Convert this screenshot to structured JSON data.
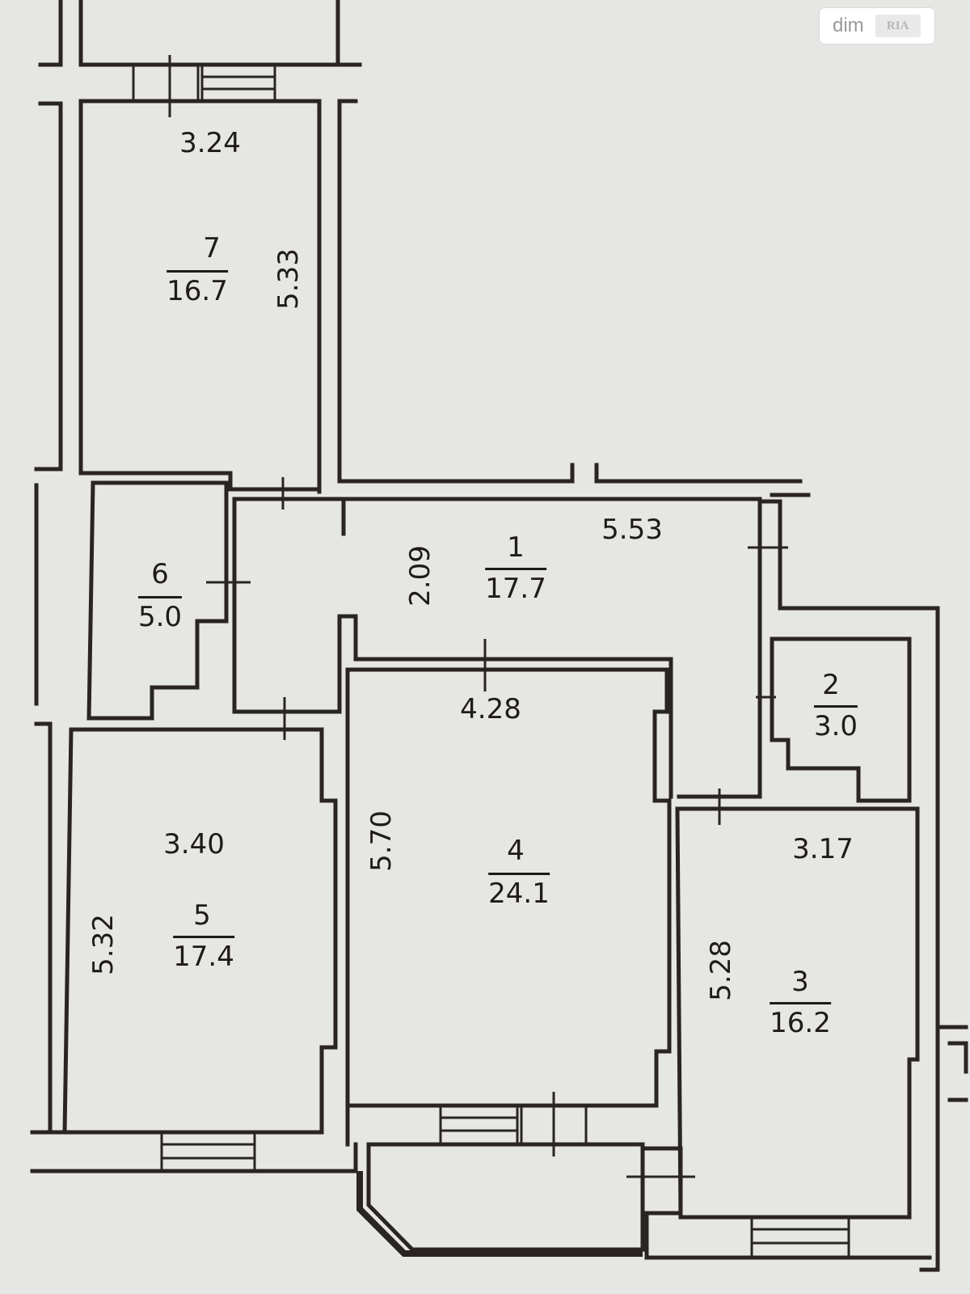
{
  "watermark": {
    "text": "dim",
    "logo": "RIA"
  },
  "rooms": [
    {
      "id": "7",
      "area": "16.7",
      "dims": [
        "3.24",
        "5.33"
      ]
    },
    {
      "id": "6",
      "area": "5.0"
    },
    {
      "id": "1",
      "area": "17.7",
      "dims": [
        "5.53",
        "2.09"
      ]
    },
    {
      "id": "2",
      "area": "3.0"
    },
    {
      "id": "5",
      "area": "17.4",
      "dims": [
        "3.40",
        "5.32"
      ]
    },
    {
      "id": "4",
      "area": "24.1",
      "dims": [
        "4.28",
        "5.70"
      ]
    },
    {
      "id": "3",
      "area": "16.2",
      "dims": [
        "3.17",
        "5.28"
      ]
    }
  ]
}
